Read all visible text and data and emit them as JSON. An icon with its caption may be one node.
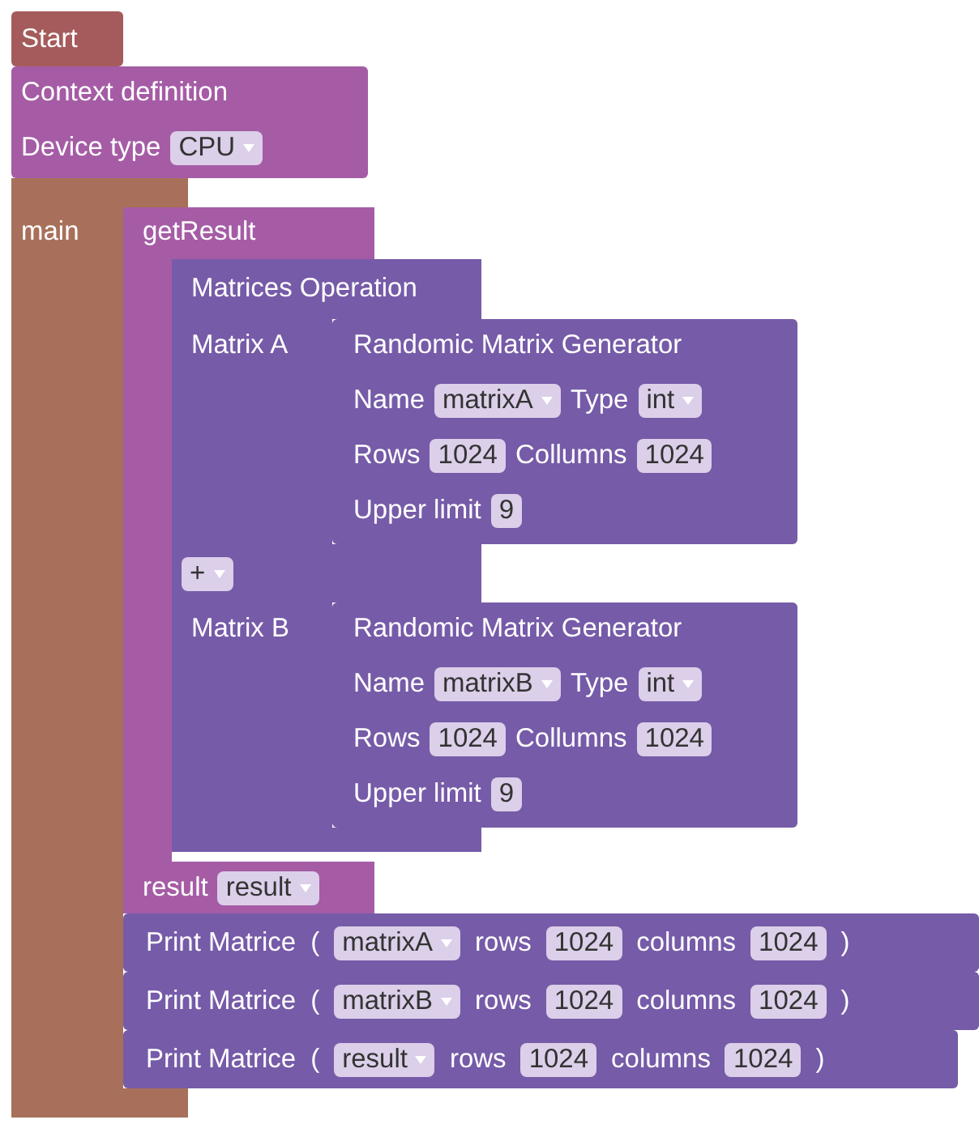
{
  "diagram": {
    "nodes": [
      {
        "text": [
          "Start"
        ]
      },
      {
        "text": [
          "Context definition",
          "Device type",
          "CPU"
        ]
      },
      {
        "text": [
          "main"
        ]
      },
      {
        "text": [
          "getResult",
          "result",
          "result"
        ],
        "in": 2
      },
      {
        "text": [
          "Matrices Operation",
          "Matrix A",
          "+",
          "Matrix B"
        ],
        "in": 3
      },
      {
        "text": [
          "Randomic Matrix Generator",
          "Name",
          "matrixA",
          "Type",
          "int",
          "Rows",
          "1024",
          "Collumns",
          "1024",
          "Upper limit",
          "9"
        ],
        "in": 4
      },
      {
        "text": [
          "Randomic Matrix Generator",
          "Name",
          "matrixB",
          "Type",
          "int",
          "Rows",
          "1024",
          "Collumns",
          "1024",
          "Upper limit",
          "9"
        ],
        "in": 4
      },
      {
        "text": [
          "Print Matrice",
          "(",
          "matrixA",
          "rows",
          "1024",
          "columns",
          "1024",
          ")"
        ],
        "in": 2
      },
      {
        "text": [
          "Print Matrice",
          "(",
          "matrixB",
          "rows",
          "1024",
          "columns",
          "1024",
          ")"
        ],
        "in": 2
      },
      {
        "text": [
          "Print Matrice",
          "(",
          "result",
          "rows",
          "1024",
          "columns",
          "1024",
          ")"
        ],
        "in": 2
      }
    ]
  }
}
